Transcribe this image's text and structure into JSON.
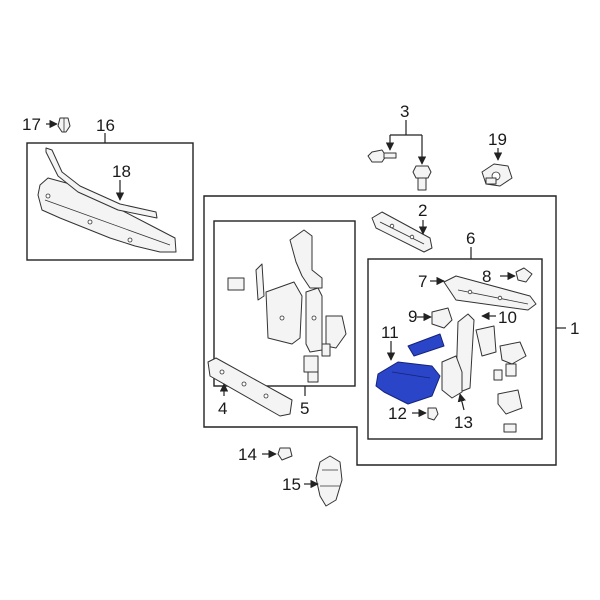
{
  "callouts": {
    "c1": "1",
    "c2": "2",
    "c3": "3",
    "c4": "4",
    "c5": "5",
    "c6": "6",
    "c7": "7",
    "c8": "8",
    "c9": "9",
    "c10": "10",
    "c11": "11",
    "c12": "12",
    "c13": "13",
    "c14": "14",
    "c15": "15",
    "c16": "16",
    "c17": "17",
    "c18": "18",
    "c19": "19"
  },
  "colors": {
    "highlight": "#2a45c8",
    "line": "#222222",
    "part_fill": "#f4f4f4"
  },
  "highlighted_part": "11"
}
